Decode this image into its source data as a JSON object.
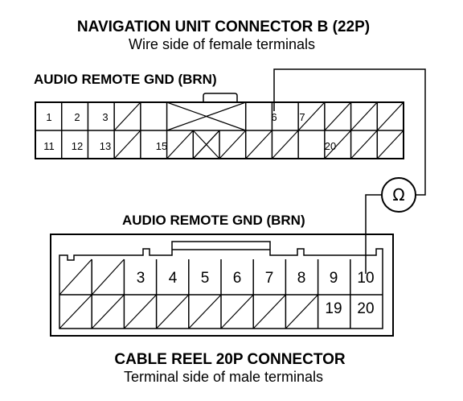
{
  "connector_b": {
    "title": "NAVIGATION UNIT CONNECTOR B (22P)",
    "subtitle": "Wire side of female terminals",
    "wire_label": "AUDIO REMOTE GND (BRN)",
    "top_row": [
      "1",
      "2",
      "3",
      "",
      "",
      "",
      "",
      "",
      "6",
      "7",
      "",
      "",
      "",
      ""
    ],
    "bottom_row": [
      "11",
      "12",
      "13",
      "",
      "15",
      "",
      "",
      "",
      "",
      "",
      "20",
      "",
      "",
      ""
    ],
    "top_blanked": [
      false,
      false,
      false,
      true,
      false,
      false,
      false,
      false,
      false,
      false,
      true,
      true,
      true,
      true
    ],
    "bottom_blanked": [
      false,
      false,
      false,
      true,
      false,
      true,
      true,
      true,
      true,
      true,
      false,
      true,
      true,
      true
    ]
  },
  "cable_reel": {
    "title": "CABLE REEL 20P CONNECTOR",
    "subtitle": "Terminal side of male terminals",
    "wire_label": "AUDIO REMOTE GND (BRN)",
    "top_row": [
      "",
      "",
      "3",
      "4",
      "5",
      "6",
      "7",
      "8",
      "9",
      "10"
    ],
    "bottom_row": [
      "",
      "",
      "",
      "",
      "",
      "",
      "",
      "",
      "19",
      "20"
    ],
    "top_blanked": [
      true,
      true,
      false,
      false,
      false,
      false,
      false,
      false,
      false,
      false
    ],
    "bottom_blanked": [
      true,
      true,
      true,
      true,
      true,
      true,
      true,
      true,
      false,
      false
    ]
  },
  "meter": {
    "symbol": "Ω",
    "icon": "ohmmeter-icon"
  }
}
